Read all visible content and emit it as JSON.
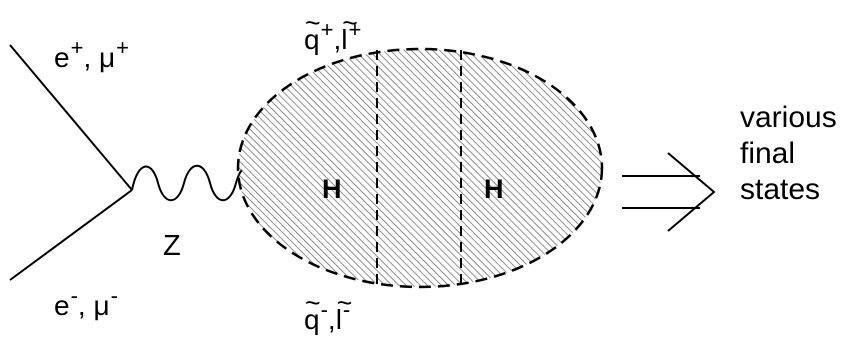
{
  "labels": {
    "top_left": {
      "main1": "e",
      "sup1": "+",
      "sep": ", ",
      "main2": "μ",
      "sup2": "+"
    },
    "bottom_left": {
      "main1": "e",
      "sup1": "-",
      "sep": ", ",
      "main2": "μ",
      "sup2": "-"
    },
    "boson": "Z",
    "top_ellipse": {
      "main1": "q",
      "sup1": "+",
      "sep": ",",
      "main2": "l",
      "sup2": "+"
    },
    "bottom_ellipse": {
      "main1": "q",
      "sup1": "-",
      "sep": ",",
      "main2": "l",
      "sup2": "-"
    },
    "blob_left": "H",
    "blob_right": "H"
  },
  "final_states": [
    "various",
    "final",
    "states"
  ],
  "colors": {
    "ink": "#000000",
    "background": "#ffffff",
    "hatch": "#555555"
  }
}
